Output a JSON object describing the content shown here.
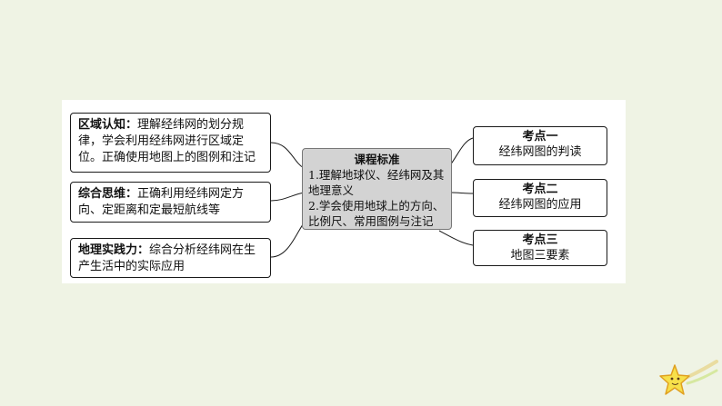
{
  "left_boxes": [
    {
      "head": "区域认知：",
      "text": "理解经纬网的划分规律，学会利用经纬网进行区域定位。正确使用地图上的图例和注记"
    },
    {
      "head": "综合思维：",
      "text": "正确利用经纬网定方向、定距离和定最短航线等"
    },
    {
      "head": "地理实践力：",
      "text": "综合分析经纬网在生产生活中的实际应用"
    }
  ],
  "center": {
    "title": "课程标准",
    "items": [
      "1.理解地球仪、经纬网及其地理意义",
      "2.学会使用地球上的方向、比例尺、常用图例与注记"
    ]
  },
  "right_boxes": [
    {
      "title": "考点一",
      "text": "经纬网图的判读"
    },
    {
      "title": "考点二",
      "text": "经纬网图的应用"
    },
    {
      "title": "考点三",
      "text": "地图三要素"
    }
  ],
  "colors": {
    "background": "#eff3e4",
    "center_fill": "#d3d3d3",
    "star": "#f7e04a"
  }
}
